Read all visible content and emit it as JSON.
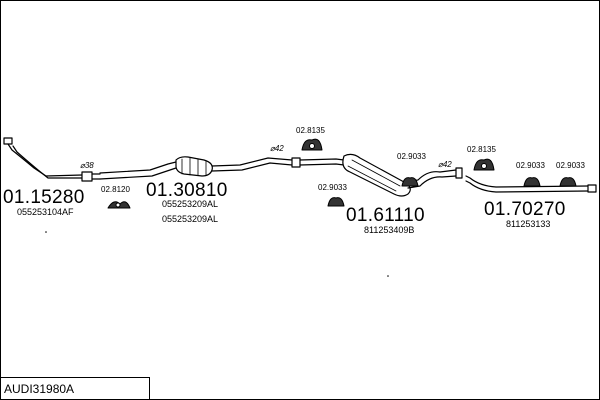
{
  "diagram": {
    "title": "AUDI31980A",
    "parts": [
      {
        "part_number": "01.15280",
        "oem_refs": [
          "055253104AF"
        ]
      },
      {
        "part_number": "01.30810",
        "oem_refs": [
          "055253209AL",
          "055253209AL"
        ]
      },
      {
        "part_number": "01.61110",
        "oem_refs": [
          "811253409B"
        ]
      },
      {
        "part_number": "01.70270",
        "oem_refs": [
          "811253133"
        ]
      }
    ],
    "accessories": [
      "02.8120",
      "02.8135",
      "02.9033",
      "02.9033",
      "02.8135",
      "02.9033",
      "02.9033"
    ],
    "pipe_diameters": [
      "⌀38",
      "⌀42",
      "⌀42"
    ]
  }
}
